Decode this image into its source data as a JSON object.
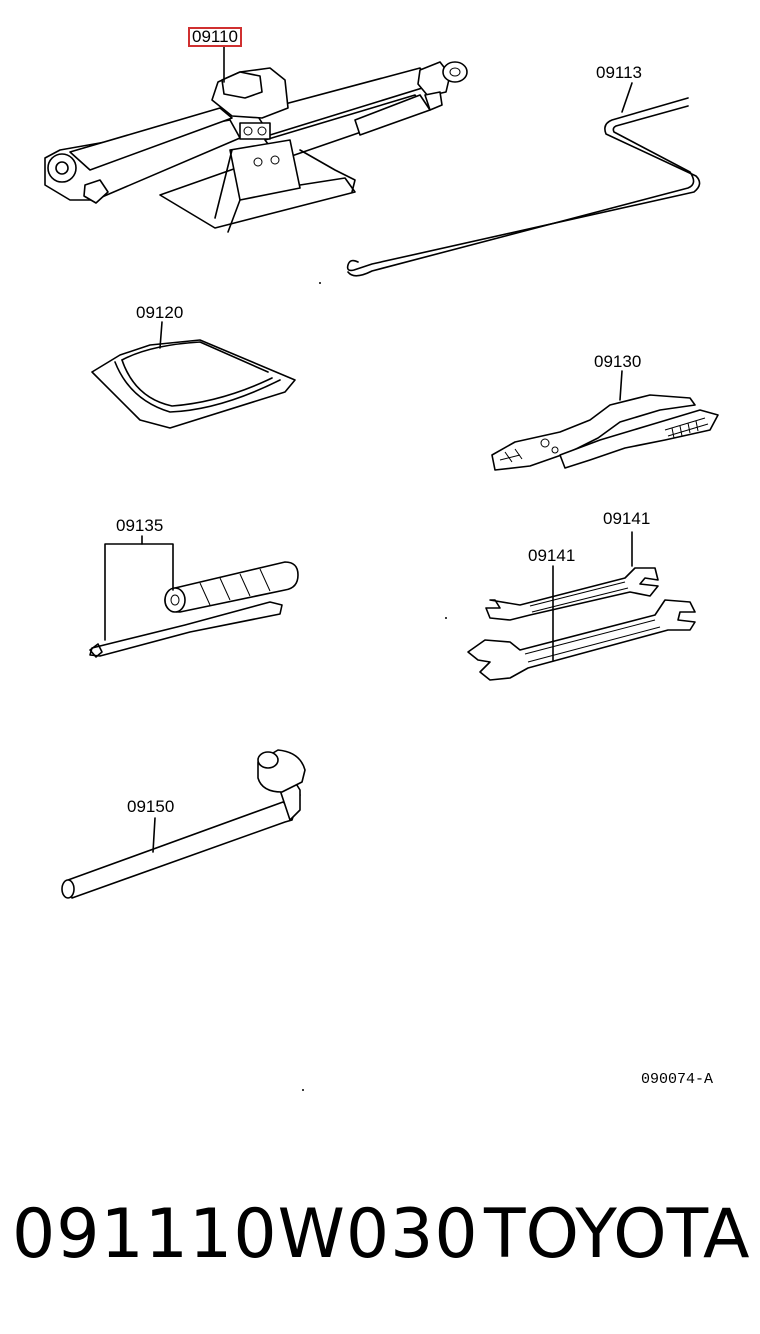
{
  "callouts": {
    "jack": "09110",
    "jack_handle": "09113",
    "tool_bag": "09120",
    "pliers": "09130",
    "screwdriver": "09135",
    "wrench_small": "09141",
    "wrench_large": "09141",
    "wheel_wrench": "09150"
  },
  "drawing_id": "090074-A",
  "footer": {
    "part_number": "091110W030",
    "brand": "TOYOTA"
  },
  "colors": {
    "highlight_box": "#d03030",
    "line": "#000000",
    "background": "#ffffff"
  }
}
